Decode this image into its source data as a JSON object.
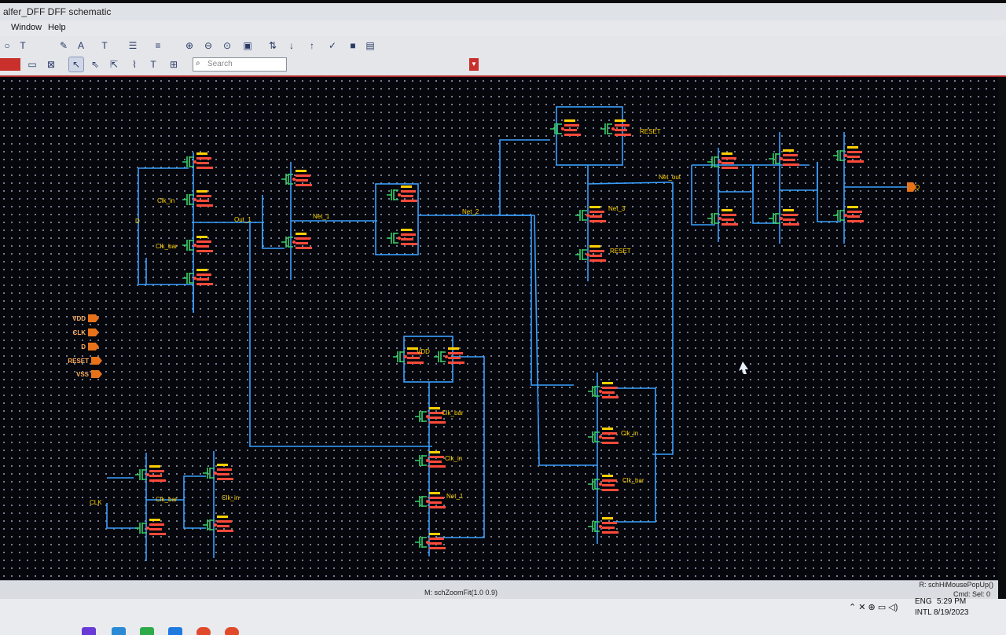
{
  "window": {
    "title": "alfer_DFF DFF schematic"
  },
  "menu": [
    "Window",
    "Help"
  ],
  "toolbar": {
    "search_placeholder": "Search"
  },
  "pins": [
    "VDD",
    "CLK",
    "D",
    "RESET",
    "VSS"
  ],
  "net_labels": [
    "Out_1",
    "Net_1",
    "Net_2",
    "Net_3",
    "Net_out",
    "Clk_in",
    "Clk_bar",
    "CLK",
    "RESET",
    "VDD",
    "VSS",
    "Q",
    "D"
  ],
  "status": {
    "left_hint": "M: schZoomFit(1.0 0.9)",
    "right_hint": "R: schHiMousePopUp()",
    "cmd": "Cmd:",
    "sel": "Sel: 0"
  },
  "taskbar": {
    "lang1": "ENG",
    "lang2": "INTL",
    "time": "5:29 PM",
    "date": "8/19/2023"
  },
  "colors": {
    "wire": "#3aa0ff",
    "device": "#ff4a3a",
    "gate": "#39d16a",
    "pin": "#e8721a",
    "label": "#ffd000"
  }
}
